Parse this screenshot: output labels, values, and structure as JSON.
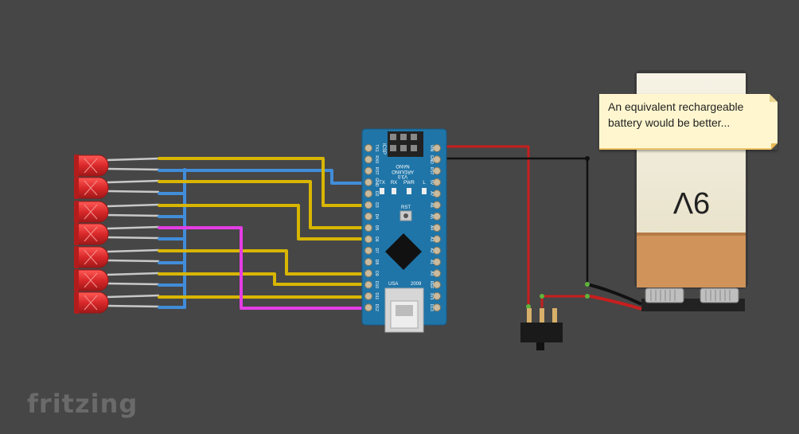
{
  "app": {
    "logo_text": "fritzing"
  },
  "note": {
    "text": "An equivalent rechargeable battery would be better..."
  },
  "battery": {
    "label": "9V"
  },
  "arduino": {
    "model_line1": "ARDUINO",
    "model_line2": "NANO",
    "model_line3": "V3.0",
    "icsp_label": "ICSP",
    "led_labels": [
      "TX",
      "RX",
      "PWR",
      "L"
    ],
    "reset_label": "RST",
    "usa_label": "USA",
    "year_label": "2009",
    "left_pins": [
      "TX1",
      "RX0",
      "RST",
      "GND",
      "D2",
      "D3",
      "D4",
      "D5",
      "D6",
      "D7",
      "D8",
      "D9",
      "D10",
      "D11",
      "D12"
    ],
    "right_pins": [
      "VIN",
      "GND",
      "RST",
      "5V",
      "A7",
      "A6",
      "A5",
      "A4",
      "A3",
      "A2",
      "A1",
      "A0",
      "REF",
      "3V3",
      "D13"
    ]
  },
  "colors": {
    "background": "#464646",
    "wire_yellow": "#d8b600",
    "wire_blue": "#418dd9",
    "wire_magenta": "#e43de4",
    "wire_red": "#c81e1e",
    "wire_black": "#111111",
    "board_blue": "#1f75a8",
    "led_red": "#d9282a",
    "battery_orange": "#d0935a"
  }
}
